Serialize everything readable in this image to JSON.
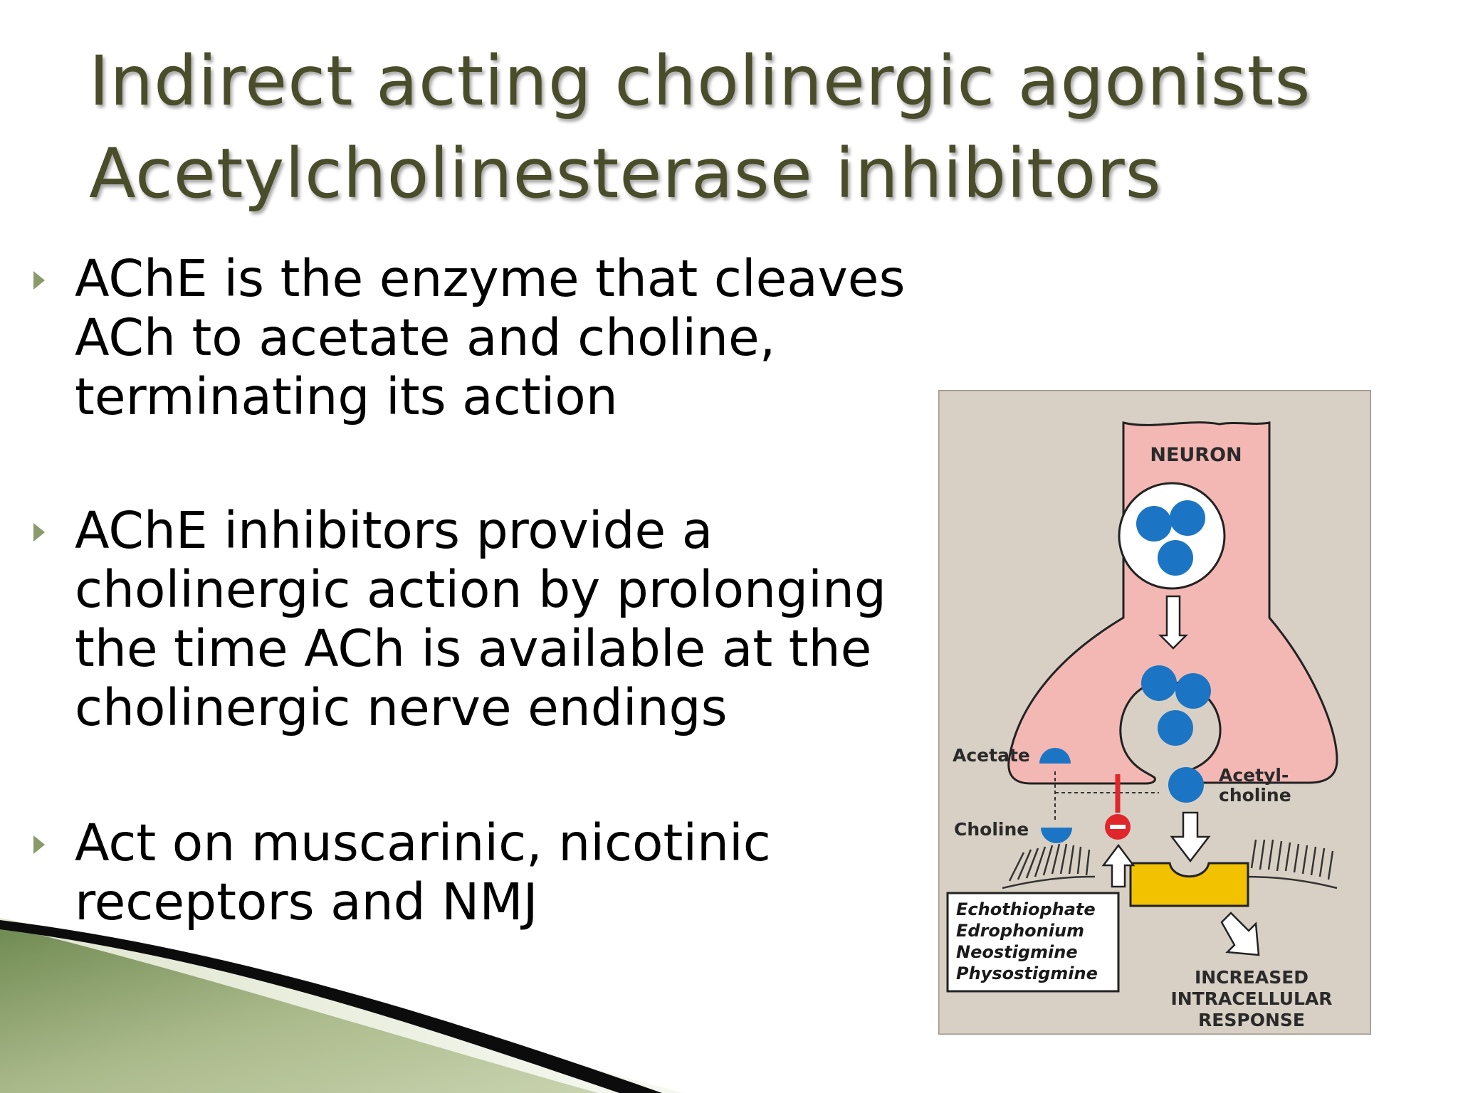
{
  "title": {
    "line1": "Indirect acting cholinergic agonists",
    "line2": "Acetylcholinesterase inhibitors"
  },
  "bullets": [
    {
      "lines": [
        "AChE is the enzyme that cleaves",
        "ACh to acetate and choline,",
        "terminating its action"
      ]
    },
    {
      "lines": [
        "AChE inhibitors provide a",
        "cholinergic action by prolonging",
        "the time ACh is available at the",
        "cholinergic nerve endings"
      ]
    },
    {
      "lines": [
        "Act on muscarinic, nicotinic",
        "receptors and NMJ"
      ]
    }
  ],
  "figure": {
    "neuron_label": "NEURON",
    "acetate_label": "Acetate",
    "choline_label": "Choline",
    "acetylcholine_label": [
      "Acetyl-",
      "choline"
    ],
    "drugs": [
      "Echothiophate",
      "Edrophonium",
      "Neostigmine",
      "Physostigmine"
    ],
    "response_label": [
      "INCREASED",
      "INTRACELLULAR",
      "RESPONSE"
    ],
    "colors": {
      "background": "#d8d0c4",
      "neuron": "#f4b8b4",
      "molecule": "#1b75c4",
      "receptor": "#f2c200",
      "inhibition": "#e0262b"
    }
  }
}
